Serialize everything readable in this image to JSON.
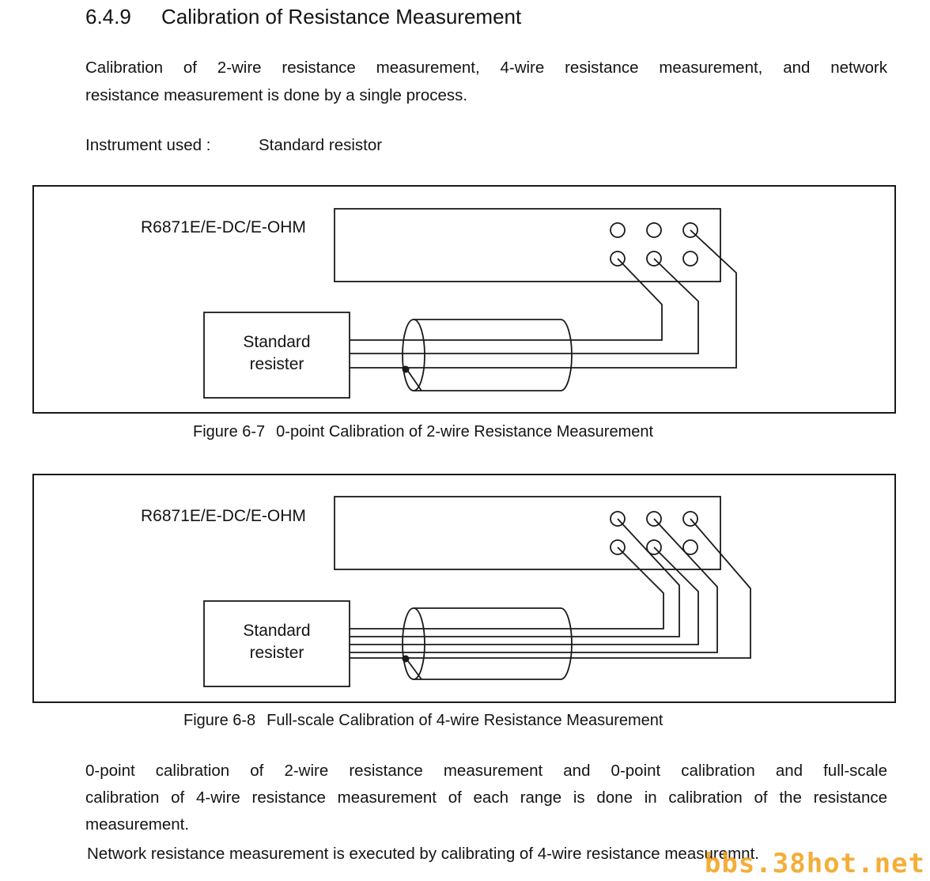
{
  "section": {
    "number": "6.4.9",
    "title": "Calibration of Resistance Measurement"
  },
  "intro": {
    "line1": "Calibration of 2-wire resistance measurement, 4-wire resistance measurement, and network",
    "line2": "resistance measurement is done by a single process."
  },
  "instrument": {
    "label": "Instrument used :",
    "value": "Standard resistor"
  },
  "figure1": {
    "device_label": "R6871E/E-DC/E-OHM",
    "resistor_line1": "Standard",
    "resistor_line2": "resister",
    "caption_number": "Figure 6-7",
    "caption_text": "0-point Calibration of 2-wire Resistance Measurement"
  },
  "figure2": {
    "device_label": "R6871E/E-DC/E-OHM",
    "resistor_line1": "Standard",
    "resistor_line2": "resister",
    "caption_number": "Figure 6-8",
    "caption_text": "Full-scale Calibration of 4-wire Resistance Measurement"
  },
  "closing": {
    "para1_line1": "0-point calibration of 2-wire resistance measurement and 0-point calibration and full-scale",
    "para1_line2": "calibration of 4-wire resistance measurement of each range is done in calibration of the resistance",
    "para1_line3": "measurement.",
    "para2": "Network resistance measurement is executed by calibrating of 4-wire resistance measuremnt."
  },
  "watermark": {
    "text": "bbs.38hot.net",
    "color": "#f2a018"
  }
}
